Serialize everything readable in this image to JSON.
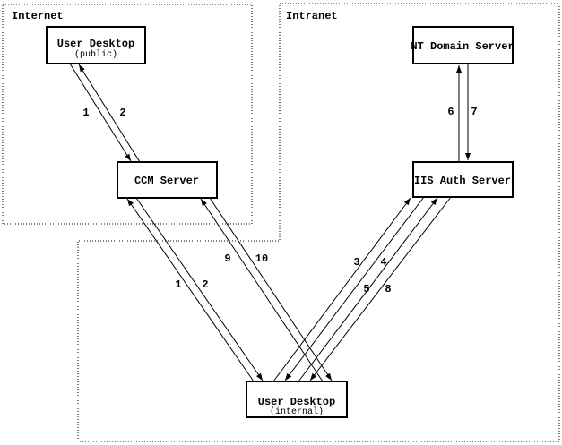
{
  "diagram": {
    "zones": {
      "internet": {
        "label": "Internet"
      },
      "intranet": {
        "label": "Intranet"
      }
    },
    "nodes": {
      "user_desktop_public": {
        "label": "User Desktop",
        "sublabel": "(public)"
      },
      "ccm_server": {
        "label": "CCM Server"
      },
      "nt_domain_server": {
        "label": "NT Domain Server"
      },
      "iis_auth_server": {
        "label": "IIS Auth Server"
      },
      "user_desktop_internal": {
        "label": "User Desktop",
        "sublabel": "(internal)"
      }
    },
    "edge_labels": {
      "public_ccm_1": "1",
      "public_ccm_2": "2",
      "ccm_internal_1": "1",
      "ccm_internal_2": "2",
      "ccm_internal_9": "9",
      "ccm_internal_10": "10",
      "iis_internal_3": "3",
      "iis_internal_4": "4",
      "iis_internal_5": "5",
      "iis_internal_8": "8",
      "nt_iis_6": "6",
      "nt_iis_7": "7"
    },
    "colors": {
      "line": "#000000",
      "background": "#ffffff"
    }
  }
}
